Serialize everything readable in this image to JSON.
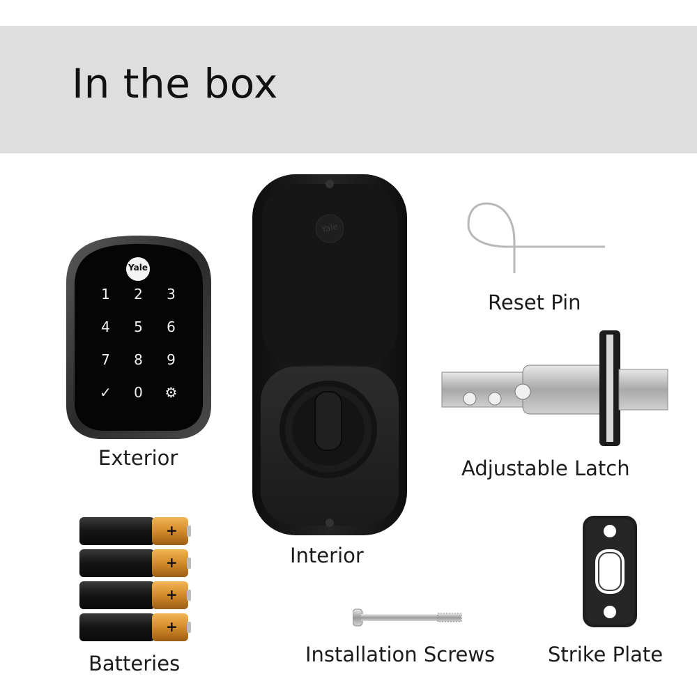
{
  "header": {
    "title": "In the box"
  },
  "brand": {
    "logo_text": "Yale"
  },
  "items": {
    "exterior": {
      "label": "Exterior",
      "keypad": [
        "1",
        "2",
        "3",
        "4",
        "5",
        "6",
        "7",
        "8",
        "9",
        "✓",
        "0",
        "⚙"
      ]
    },
    "interior": {
      "label": "Interior"
    },
    "reset_pin": {
      "label": "Reset Pin"
    },
    "adjustable_latch": {
      "label": "Adjustable Latch"
    },
    "batteries": {
      "label": "Batteries",
      "symbol": "+"
    },
    "installation_screws": {
      "label": "Installation Screws"
    },
    "strike_plate": {
      "label": "Strike Plate"
    }
  },
  "colors": {
    "header_band": "#dedede",
    "lock_body": "#1b1b1b",
    "battery_gold": "#d48a2a",
    "battery_black": "#141414",
    "metal": "#c9c9c9"
  }
}
